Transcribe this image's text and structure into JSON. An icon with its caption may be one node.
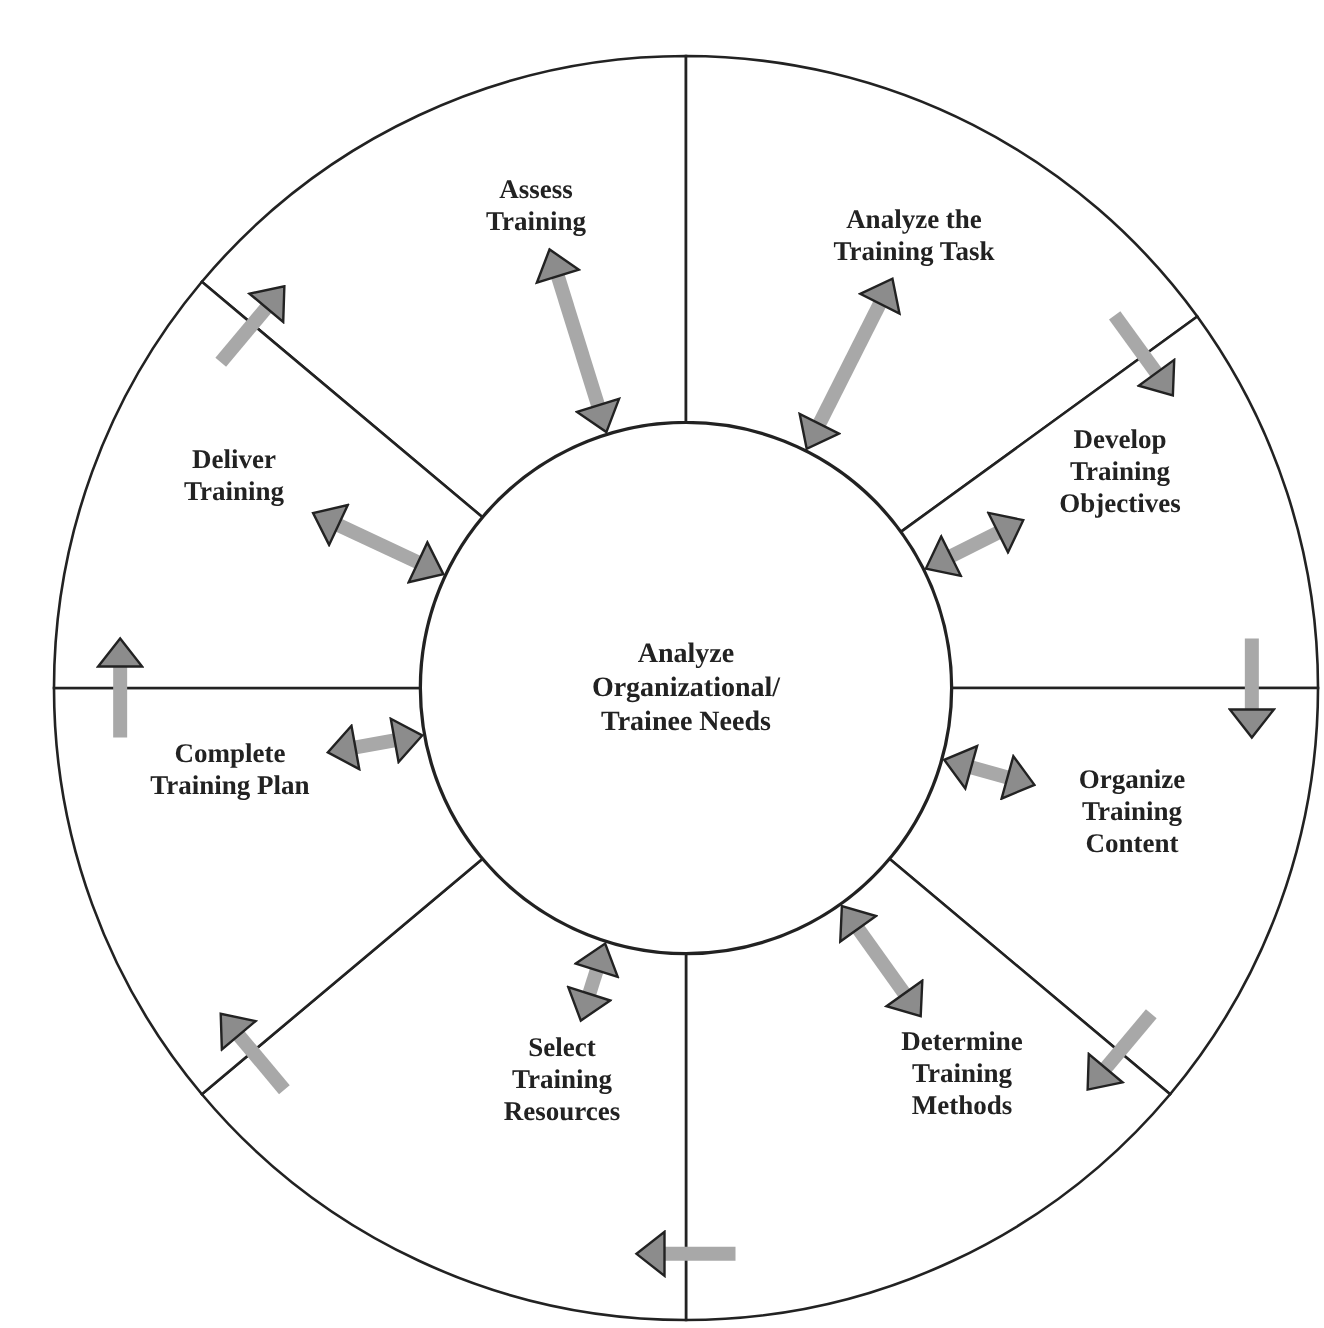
{
  "diagram": {
    "nodes": [
      {
        "text": [
          "Analyze Organizational/ Trainee Needs"
        ]
      },
      {
        "text": [
          "Assess Training"
        ]
      },
      {
        "text": [
          "Analyze the Training Task"
        ]
      },
      {
        "text": [
          "Develop Training Objectives"
        ]
      },
      {
        "text": [
          "Organize Training Content"
        ]
      },
      {
        "text": [
          "Determine Training Methods"
        ]
      },
      {
        "text": [
          "Select Training Resources"
        ]
      },
      {
        "text": [
          "Complete Training Plan"
        ]
      },
      {
        "text": [
          "Deliver Training"
        ]
      }
    ],
    "edges": [
      {
        "from": 0,
        "to": 1,
        "arrow": "both"
      },
      {
        "from": 0,
        "to": 2,
        "arrow": "both"
      },
      {
        "from": 0,
        "to": 3,
        "arrow": "both"
      },
      {
        "from": 0,
        "to": 4,
        "arrow": "both"
      },
      {
        "from": 0,
        "to": 5,
        "arrow": "both"
      },
      {
        "from": 0,
        "to": 6,
        "arrow": "both"
      },
      {
        "from": 0,
        "to": 7,
        "arrow": "both"
      },
      {
        "from": 0,
        "to": 8,
        "arrow": "both"
      },
      {
        "from": 2,
        "to": 3,
        "arrow": "to"
      },
      {
        "from": 3,
        "to": 4,
        "arrow": "to"
      },
      {
        "from": 4,
        "to": 5,
        "arrow": "to"
      },
      {
        "from": 5,
        "to": 6,
        "arrow": "to"
      },
      {
        "from": 6,
        "to": 7,
        "arrow": "to"
      },
      {
        "from": 7,
        "to": 8,
        "arrow": "to"
      },
      {
        "from": 8,
        "to": 1,
        "arrow": "to"
      }
    ]
  }
}
